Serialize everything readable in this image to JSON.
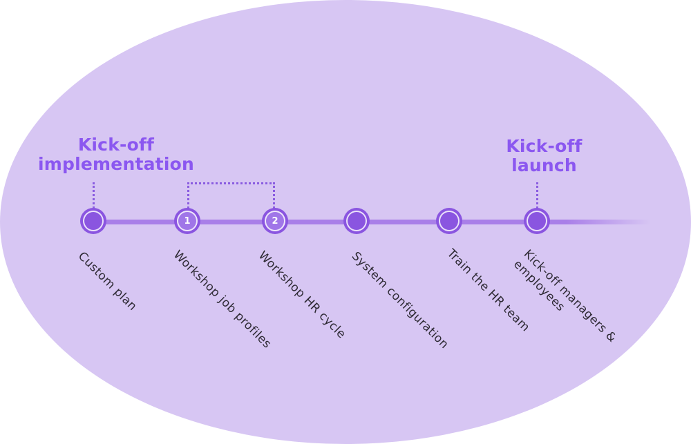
{
  "headings": {
    "implementation": {
      "line1": "Kick-off",
      "line2": "implementation"
    },
    "launch": {
      "line1": "Kick-off",
      "line2": "launch"
    }
  },
  "milestones": [
    {
      "label": "Custom plan",
      "badge": ""
    },
    {
      "label": "Workshop job profiles",
      "badge": "1"
    },
    {
      "label": "Workshop HR cycle",
      "badge": "2"
    },
    {
      "label": "System configuration",
      "badge": ""
    },
    {
      "label": "Train the HR team",
      "badge": ""
    },
    {
      "label": "Kick-off managers & employees",
      "badge": ""
    }
  ],
  "colors": {
    "background_ellipse": "#d7c6f3",
    "heading_accent": "#8b57f0",
    "node_fill": "#8a55e0",
    "node_numbered_fill": "#a076e8",
    "node_ring": "#ffffff",
    "timeline_line": "#a97fe8",
    "dotted_leader": "#8a5ce0",
    "label_text": "#2e2a34",
    "badge_text": "#ffffff"
  }
}
